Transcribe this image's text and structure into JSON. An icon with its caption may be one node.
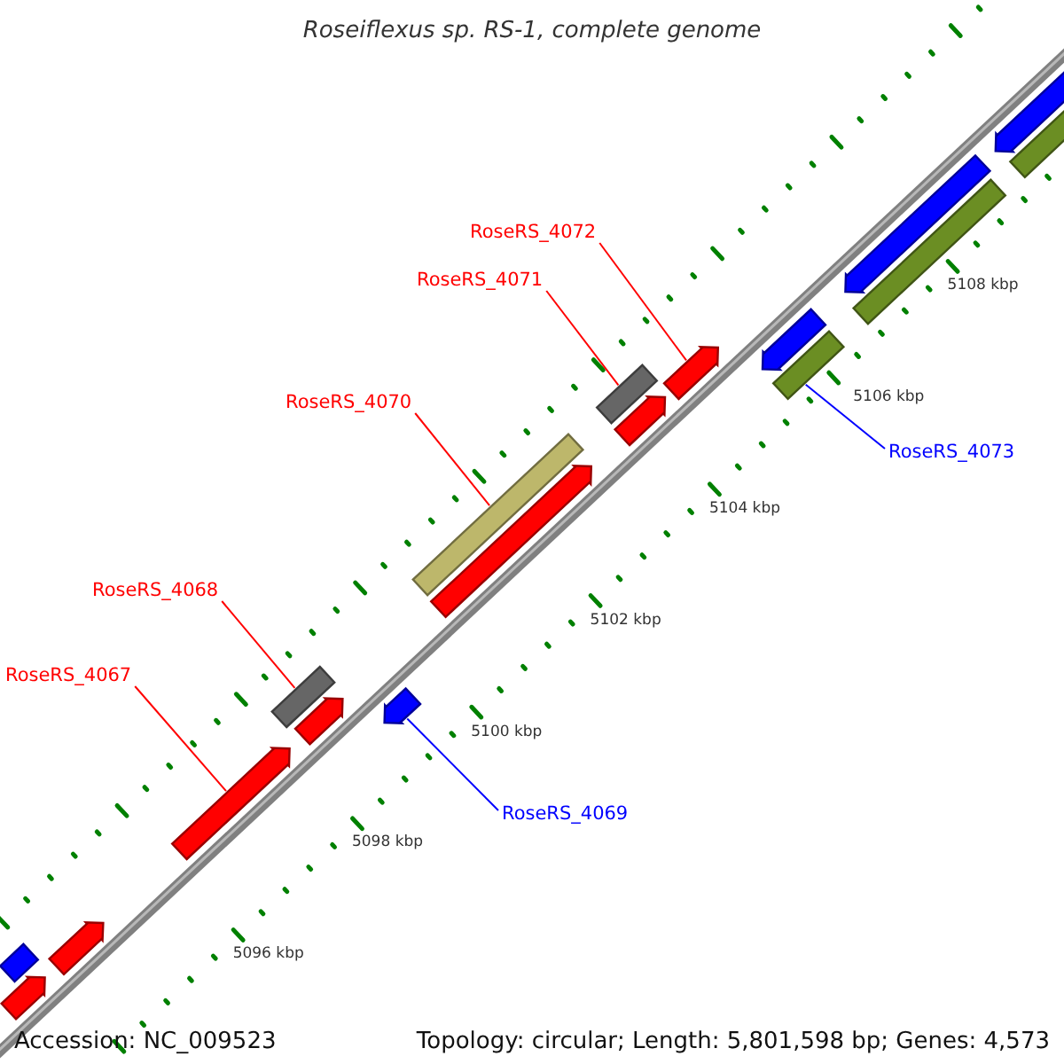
{
  "diagram": {
    "title": "Roseiflexus sp. RS-1, complete genome",
    "nodes": [
      {
        "text": [
          "RoseRS_4072"
        ]
      },
      {
        "text": [
          "RoseRS_4071"
        ]
      },
      {
        "text": [
          "RoseRS_4070"
        ]
      },
      {
        "text": [
          "RoseRS_4073"
        ]
      },
      {
        "text": [
          "RoseRS_4068"
        ]
      },
      {
        "text": [
          "RoseRS_4067"
        ]
      },
      {
        "text": [
          "RoseRS_4069"
        ]
      },
      {
        "text": [],
        "shape": "bar"
      },
      {
        "text": [],
        "shape": "arrow"
      },
      {
        "text": [],
        "shape": "arrow"
      },
      {
        "text": [],
        "shape": "arrow"
      },
      {
        "text": [],
        "shape": "bar"
      },
      {
        "text": [],
        "shape": "arrow"
      },
      {
        "text": [],
        "shape": "arrow"
      },
      {
        "text": [],
        "shape": "bar"
      },
      {
        "text": [],
        "shape": "arrow"
      },
      {
        "text": [],
        "shape": "bar"
      },
      {
        "text": [],
        "shape": "arrow"
      },
      {
        "text": [],
        "shape": "arrow"
      },
      {
        "text": [],
        "shape": "arrow"
      },
      {
        "text": [],
        "shape": "bar"
      },
      {
        "text": [],
        "shape": "arrow"
      },
      {
        "text": [],
        "shape": "bar"
      },
      {
        "text": [],
        "shape": "arrow"
      },
      {
        "text": [],
        "shape": "bar"
      }
    ],
    "edges": [
      {
        "from": 0,
        "to": 18,
        "arrow": "none"
      },
      {
        "from": 1,
        "to": 16,
        "arrow": "none"
      },
      {
        "from": 2,
        "to": 14,
        "arrow": "none"
      },
      {
        "from": 3,
        "to": 20,
        "arrow": "none",
        "color": "#0000ff"
      },
      {
        "from": 4,
        "to": 11,
        "arrow": "none"
      },
      {
        "from": 5,
        "to": 10,
        "arrow": "none"
      },
      {
        "from": 6,
        "to": 13,
        "arrow": "none",
        "color": "#0000ff"
      }
    ],
    "labels": [
      "5108 kbp",
      "5106 kbp",
      "5104 kbp",
      "5102 kbp",
      "5100 kbp",
      "5098 kbp",
      "5096 kbp",
      "Accession: NC_009523",
      "Topology: circular; Length: 5,801,598 bp; Genes: 4,573"
    ]
  }
}
